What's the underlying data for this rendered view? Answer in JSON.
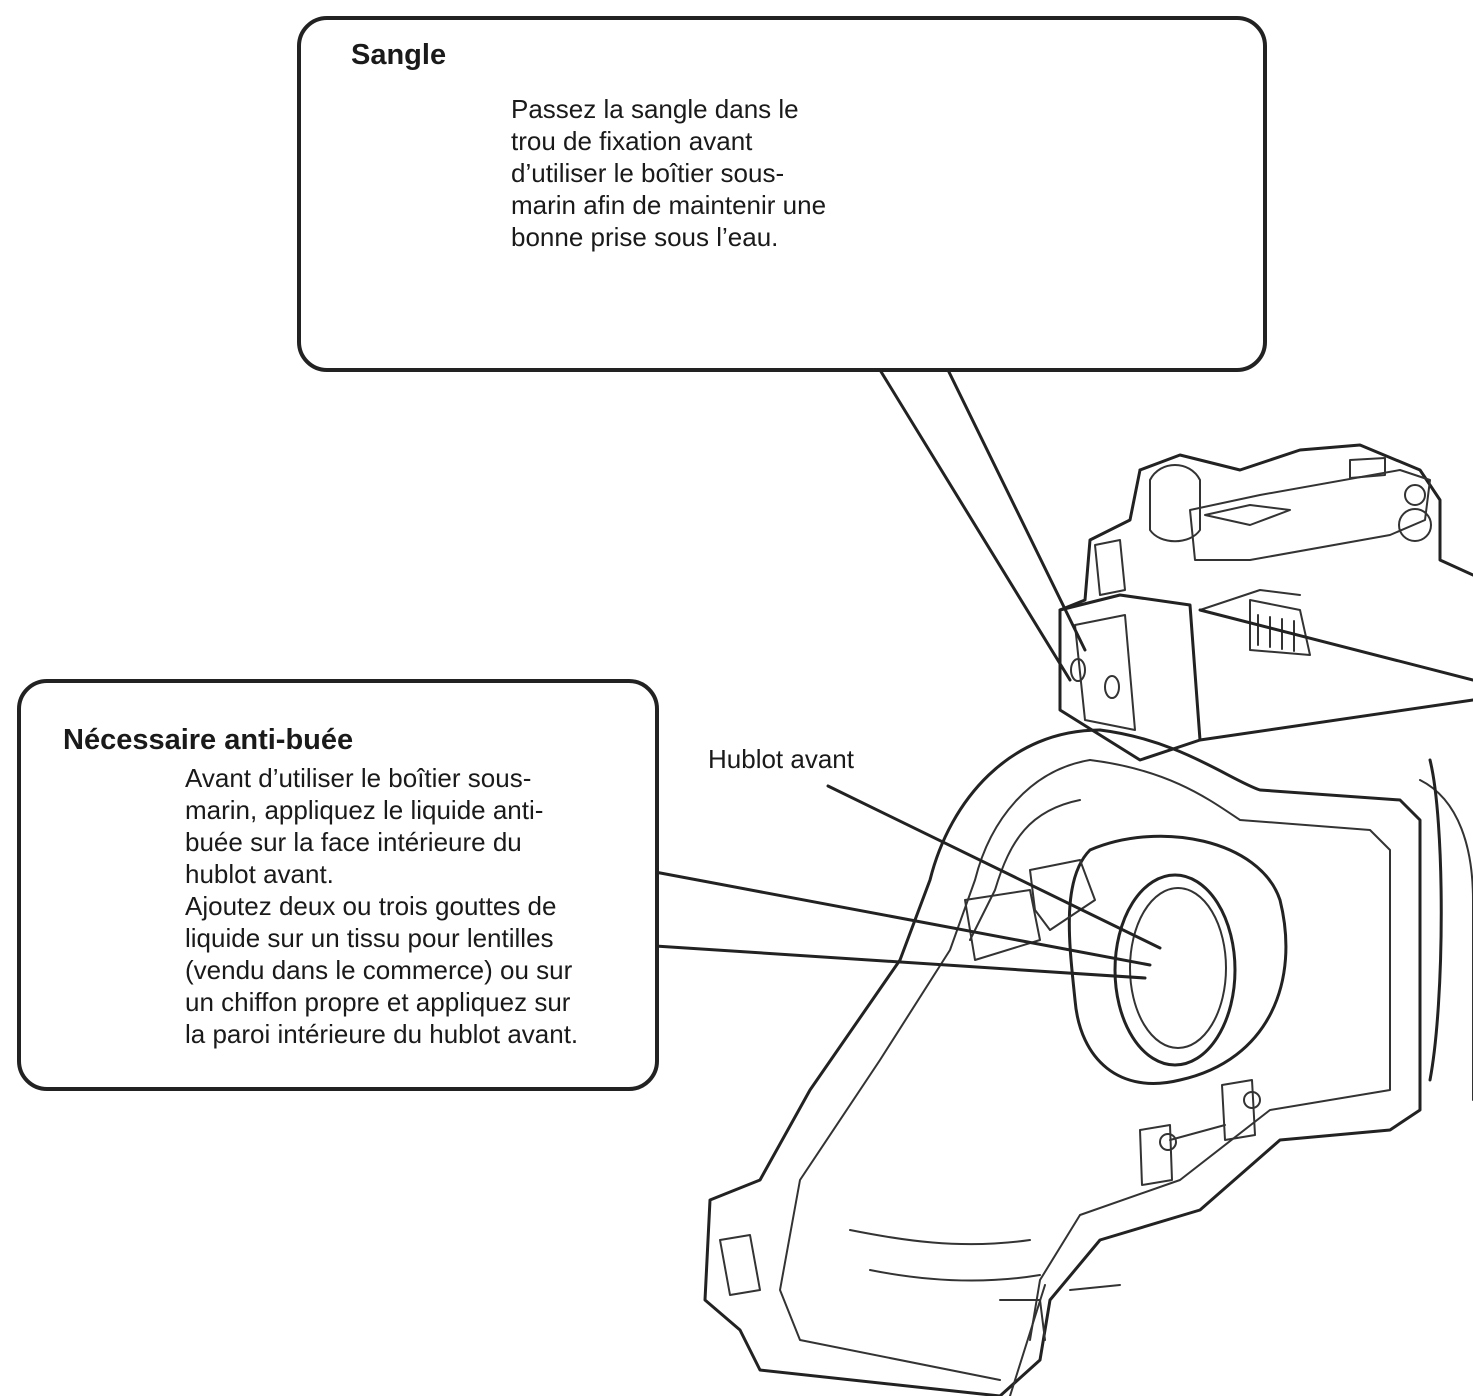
{
  "callouts": {
    "sangle": {
      "title": "Sangle",
      "lines": [
        "Passez la sangle dans le",
        "trou de fixation avant",
        "d’utiliser le boîtier sous-",
        "marin afin de maintenir une",
        "bonne prise sous l’eau."
      ]
    },
    "anti_buee": {
      "title": "Nécessaire anti-buée",
      "lines": [
        "Avant d’utiliser le boîtier sous-",
        "marin, appliquez le liquide anti-",
        "buée sur la face intérieure du",
        "hublot avant.",
        "Ajoutez deux ou trois gouttes de",
        "liquide sur un tissu pour lentilles",
        "(vendu dans le commerce) ou sur",
        "un chiffon propre et appliquez sur",
        "la paroi intérieure du hublot avant."
      ]
    }
  },
  "labels": {
    "front_port": "Hublot avant"
  }
}
